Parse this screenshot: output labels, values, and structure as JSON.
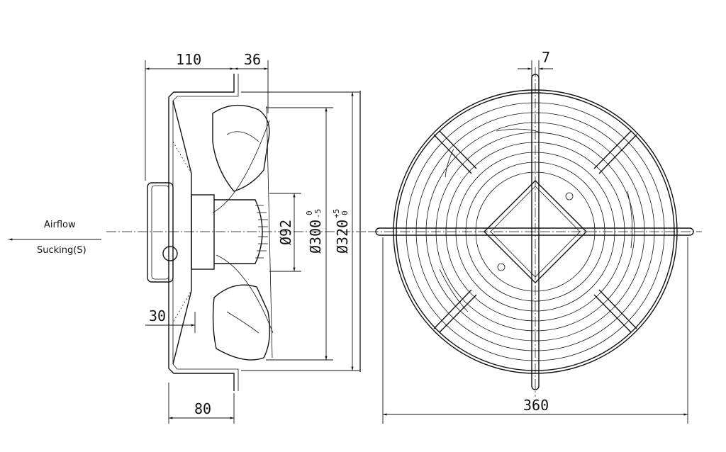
{
  "airflow": {
    "label": "Airflow",
    "mode": "Sucking(S)"
  },
  "side_view": {
    "dims": {
      "depth_total": "110",
      "blade_offset": "36",
      "motor_offset": "30",
      "frame_depth": "80"
    },
    "diameters": {
      "hub": "Ø92",
      "blade": "Ø300",
      "blade_tol_upper": "0",
      "blade_tol_lower": "-5",
      "ring": "Ø320",
      "ring_tol_upper": "+5",
      "ring_tol_lower": "0"
    }
  },
  "front_view": {
    "dims": {
      "bar_width": "7",
      "overall_width": "360"
    }
  }
}
